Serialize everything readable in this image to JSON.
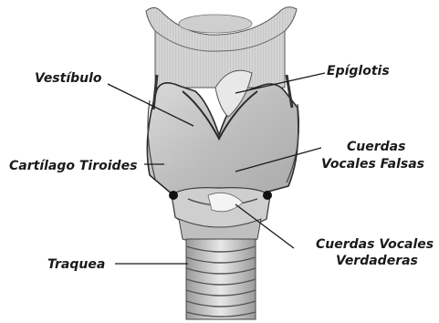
{
  "labels": {
    "vestibulo": "Vestíbulo",
    "epiglotis": "Epíglotis",
    "cartilago_tiroides": "Cartílago Tiroides",
    "cuerdas_falsas_1": "Cuerdas",
    "cuerdas_falsas_2": "Vocales Falsas",
    "cuerdas_verdaderas_1": "Cuerdas Vocales",
    "cuerdas_verdaderas_2": "Verdaderas",
    "traquea": "Traquea"
  }
}
